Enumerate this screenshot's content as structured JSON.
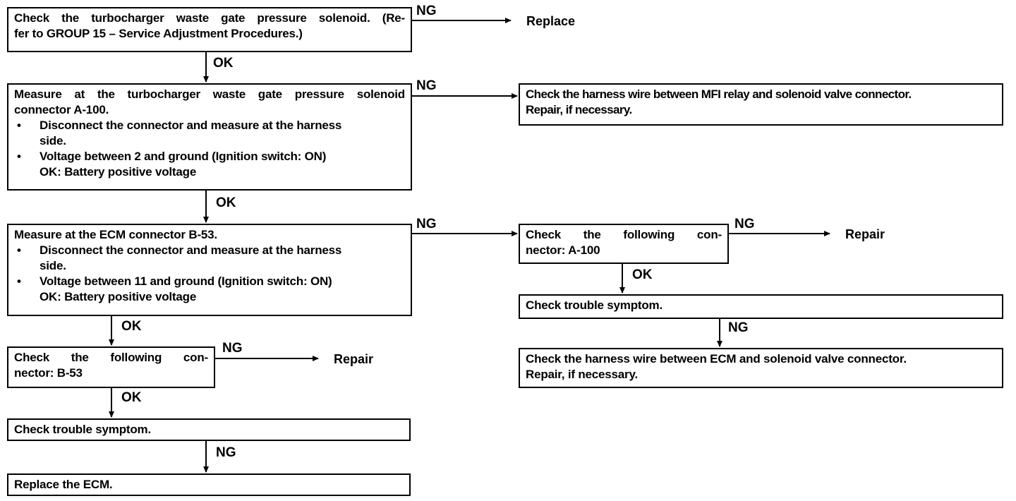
{
  "boxes": {
    "check_solenoid": {
      "line1": "Check the turbocharger waste gate pressure solenoid. (Re-",
      "line2": "fer to GROUP 15 – Service Adjustment Procedures.)"
    },
    "measure_a100": {
      "line1": "Measure at the turbocharger waste gate pressure solenoid",
      "line2": "connector A-100.",
      "bullet1a": "Disconnect the connector and measure at the harness",
      "bullet1b": "side.",
      "bullet2": "Voltage between 2 and ground (Ignition switch: ON)",
      "ok_key": "OK:",
      "ok_value": "Battery positive voltage"
    },
    "measure_b53": {
      "line1": "Measure at the ECM connector B-53.",
      "bullet1a": "Disconnect the connector and measure at the harness",
      "bullet1b": "side.",
      "bullet2": "Voltage between 11 and ground (Ignition switch: ON)",
      "ok_key": "OK:",
      "ok_value": "Battery positive voltage"
    },
    "check_conn_b53": {
      "line1": "Check the following con-",
      "line2": "nector: B-53"
    },
    "trouble_left": {
      "line1": "Check trouble symptom."
    },
    "replace_ecm": {
      "line1": "Replace the ECM."
    },
    "harness_mfi": {
      "line1": "Check the harness wire between MFI relay and solenoid valve connector.",
      "line2": "Repair, if necessary."
    },
    "check_conn_a100": {
      "line1": "Check the following con-",
      "line2": "nector: A-100"
    },
    "trouble_right": {
      "line1": "Check trouble symptom."
    },
    "harness_ecm": {
      "line1": "Check the harness wire between ECM and solenoid valve connector.",
      "line2": "Repair, if necessary."
    }
  },
  "bullet_glyph": "•",
  "labels": {
    "ng": "NG",
    "ok": "OK"
  },
  "outcomes": {
    "replace": "Replace",
    "repair": "Repair"
  }
}
